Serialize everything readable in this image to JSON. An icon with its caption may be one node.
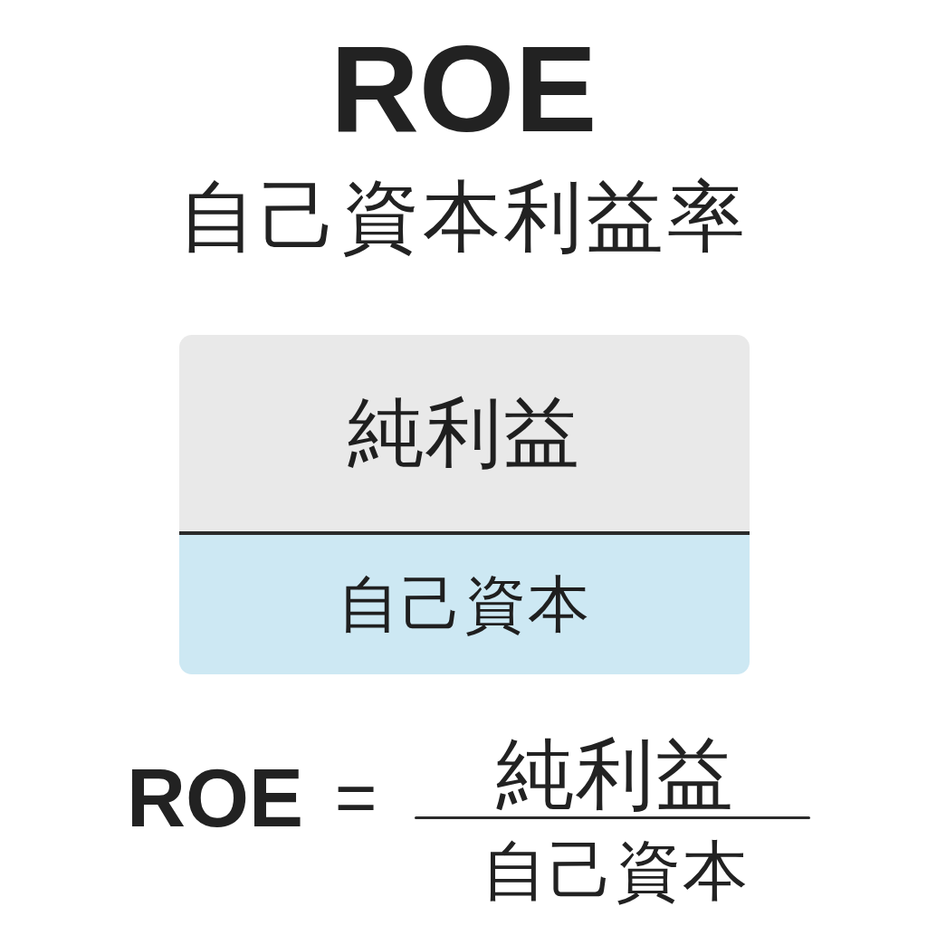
{
  "diagram": {
    "title": "ROE",
    "nodes": [
      {
        "text": [
          "純利益"
        ]
      },
      {
        "text": [
          "自己資本"
        ]
      }
    ],
    "labels": [
      "自己資本利益率",
      "ROE",
      "=",
      "純利益",
      "自己資本"
    ]
  }
}
